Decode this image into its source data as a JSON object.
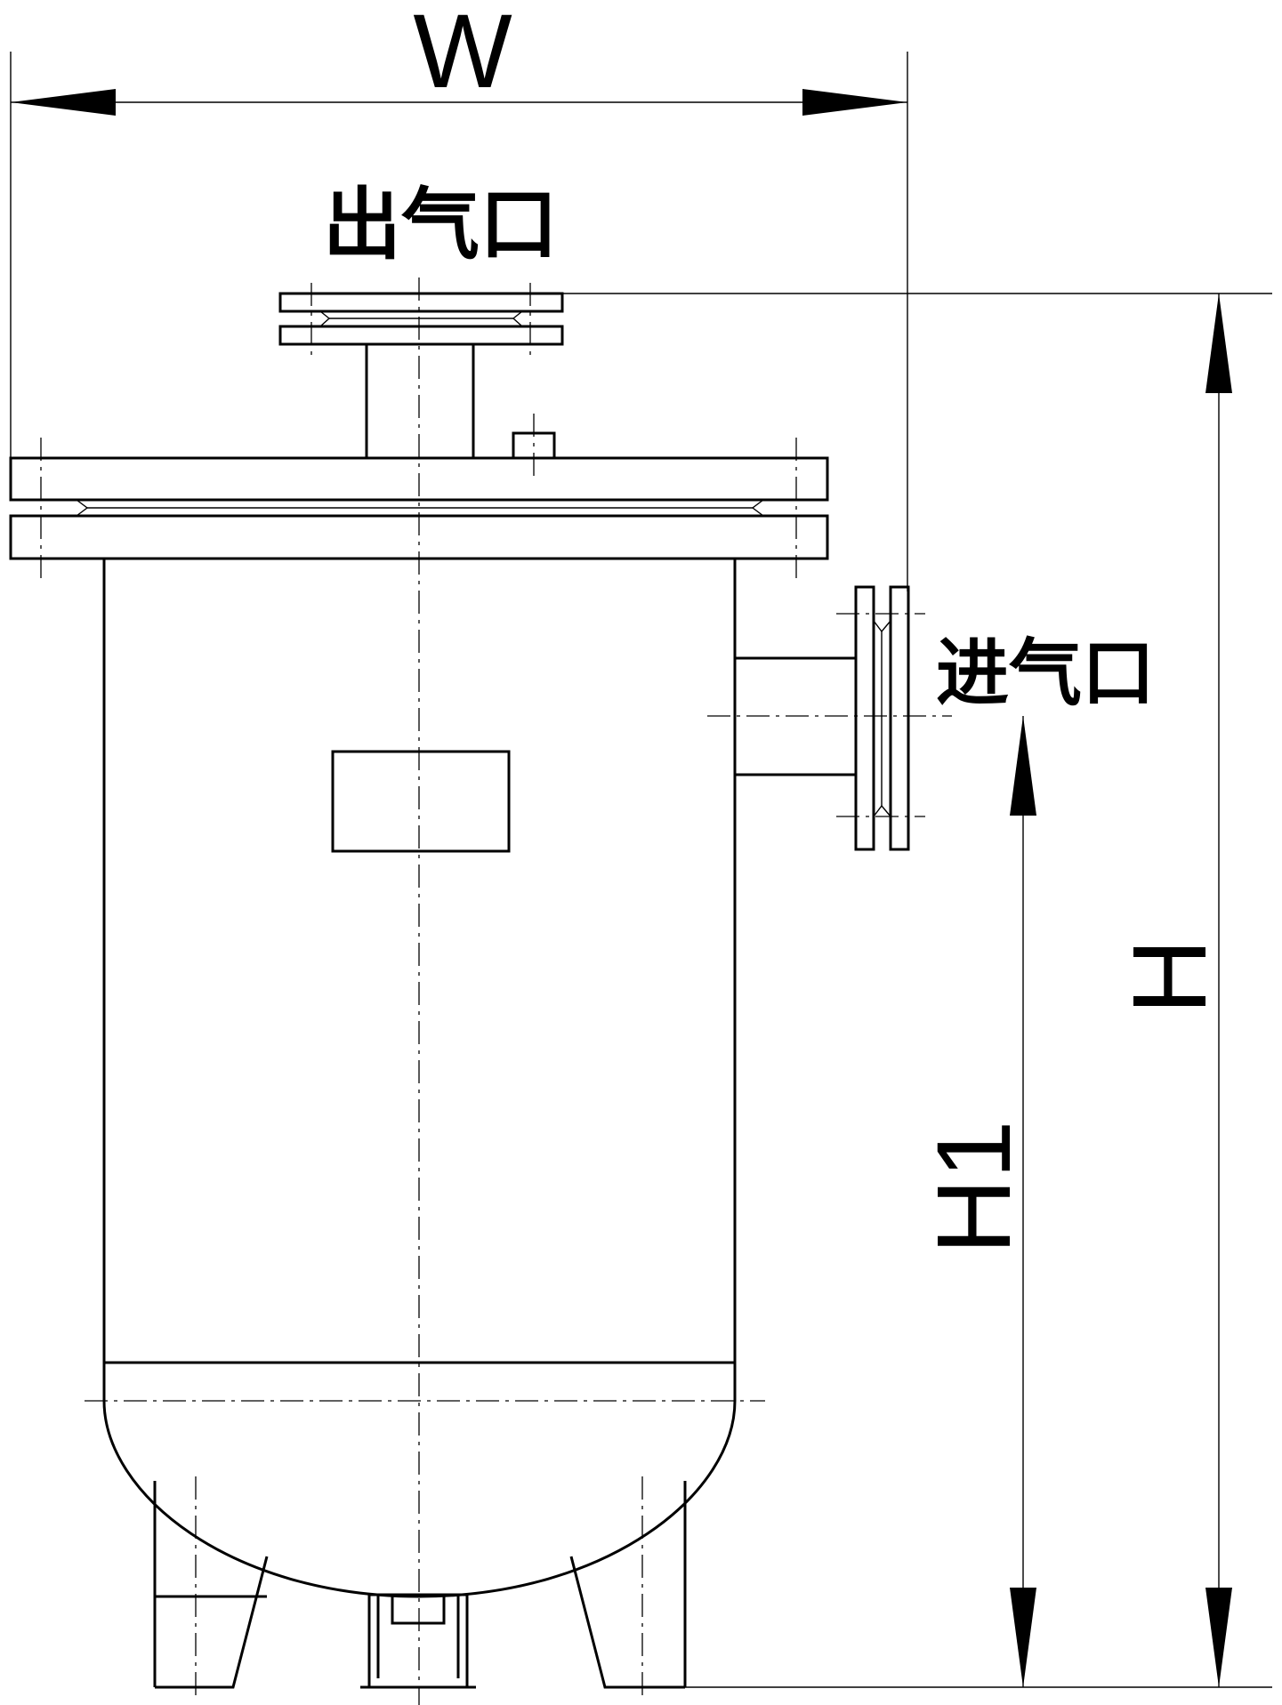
{
  "labels": {
    "outlet": "出气口",
    "inlet": "进气口"
  },
  "dimensions": {
    "width": "W",
    "height": "H",
    "inlet_height": "H1"
  },
  "colors": {
    "line": "#000000",
    "background": "#ffffff"
  }
}
